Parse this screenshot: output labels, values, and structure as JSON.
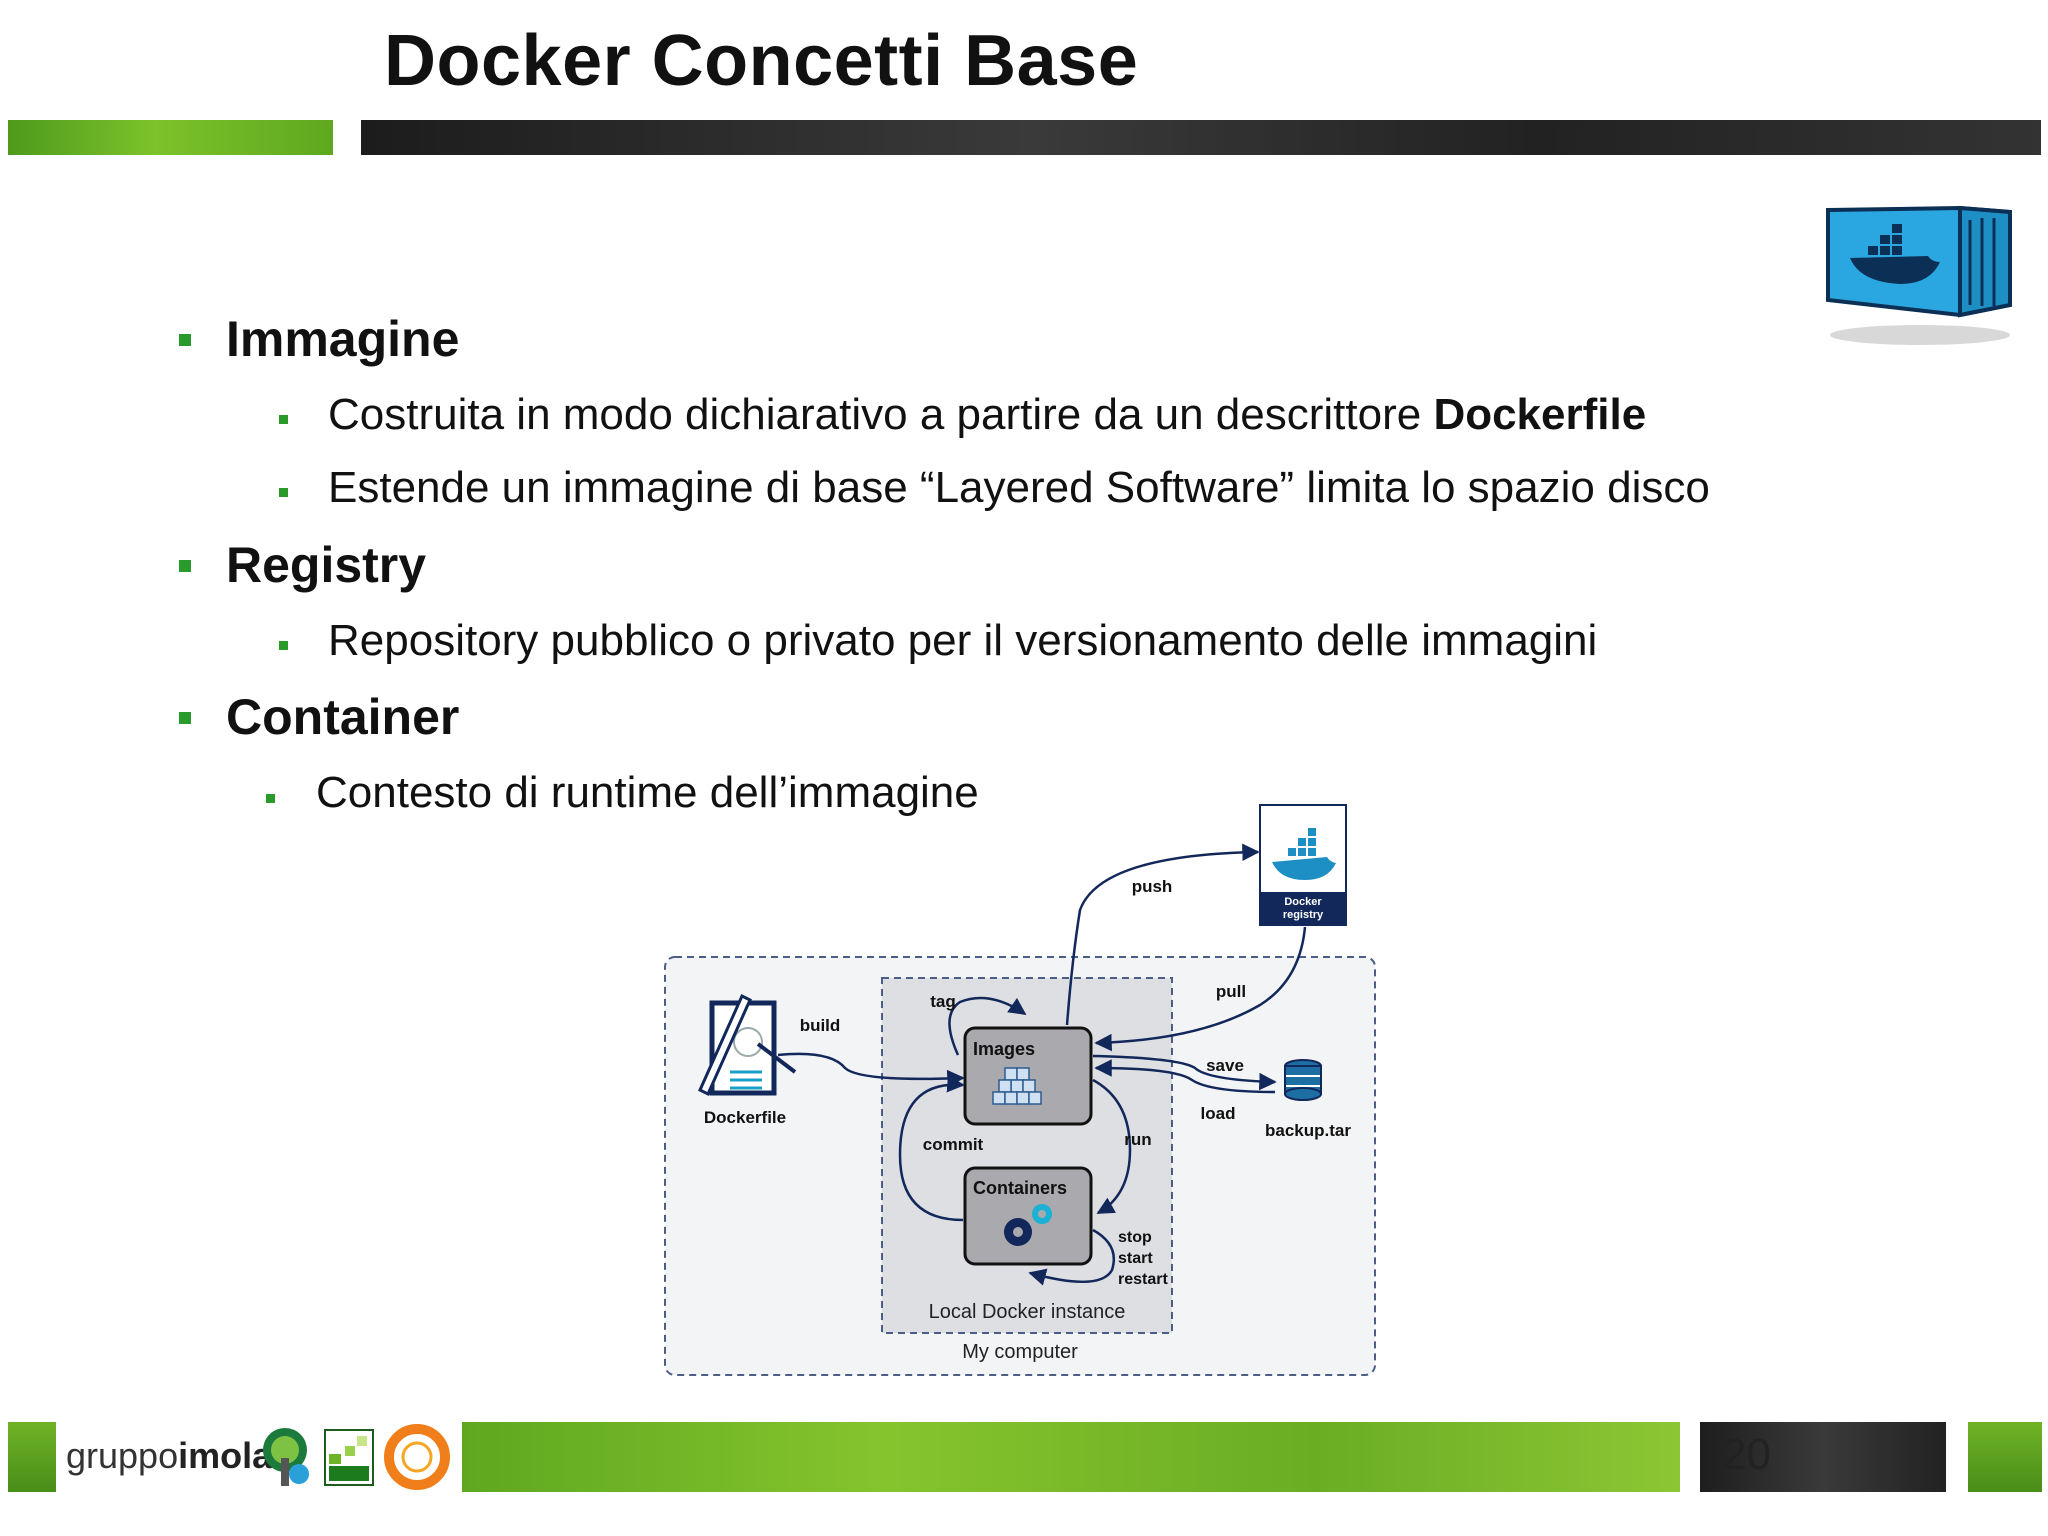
{
  "slide": {
    "title": "Docker Concetti Base",
    "page_number": "20"
  },
  "bullets": [
    {
      "heading": "Immagine",
      "items": [
        {
          "text": "Costruita in modo dichiarativo a partire da un descrittore ",
          "bold": "Dockerfile"
        },
        {
          "text": "Estende un immagine di base “Layered Software” limita lo spazio disco",
          "bold": ""
        }
      ]
    },
    {
      "heading": "Registry",
      "items": [
        {
          "text": "Repository pubblico o privato per il versionamento delle immagini",
          "bold": ""
        }
      ]
    },
    {
      "heading": "Container",
      "items": [
        {
          "text": "Contesto di runtime dell’immagine",
          "bold": ""
        }
      ]
    }
  ],
  "diagram": {
    "dockerfile": "Dockerfile",
    "build": "build",
    "tag": "tag",
    "images": "Images",
    "commit": "commit",
    "containers": "Containers",
    "run": "run",
    "stop": "stop",
    "start": "start",
    "restart": "restart",
    "local_instance": "Local Docker instance",
    "my_computer": "My computer",
    "push": "push",
    "pull": "pull",
    "save": "save",
    "load": "load",
    "backup": "backup.tar",
    "registry_line1": "Docker",
    "registry_line2": "registry"
  },
  "footer": {
    "logo_prefix": "gruppo",
    "logo_bold": "imola"
  },
  "colors": {
    "accent_green": "#2a9a2a",
    "docker_blue": "#1d63ed",
    "navy": "#12275a"
  }
}
